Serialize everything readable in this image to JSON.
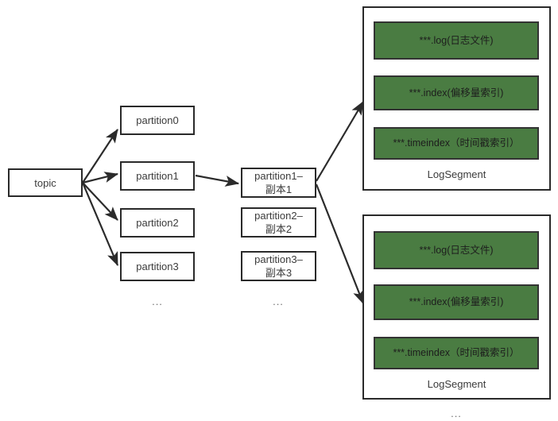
{
  "diagram": {
    "title_topic": "topic",
    "partitions": [
      {
        "label": "partition0"
      },
      {
        "label": "partition1"
      },
      {
        "label": "partition2"
      },
      {
        "label": "partition3"
      }
    ],
    "partitions_ellipsis": "...",
    "replicas": [
      {
        "label": "partition1–\n副本1"
      },
      {
        "label": "partition2–\n副本2"
      },
      {
        "label": "partition3–\n副本3"
      }
    ],
    "replicas_ellipsis": "...",
    "log_segments": [
      {
        "caption": "LogSegment",
        "files": [
          {
            "label": "***.log(日志文件)"
          },
          {
            "label": "***.index(偏移量索引)"
          },
          {
            "label": "***.timeindex（时间戳索引）"
          }
        ]
      },
      {
        "caption": "LogSegment",
        "files": [
          {
            "label": "***.log(日志文件)"
          },
          {
            "label": "***.index(偏移量索引)"
          },
          {
            "label": "***.timeindex（时间戳索引）"
          }
        ]
      }
    ],
    "segments_ellipsis": "...",
    "colors": {
      "file_box_fill": "#4a7c42",
      "box_border": "#2a2a2a",
      "arrow": "#2b2b2b",
      "text": "#3b3b3b",
      "background": "#ffffff"
    }
  }
}
